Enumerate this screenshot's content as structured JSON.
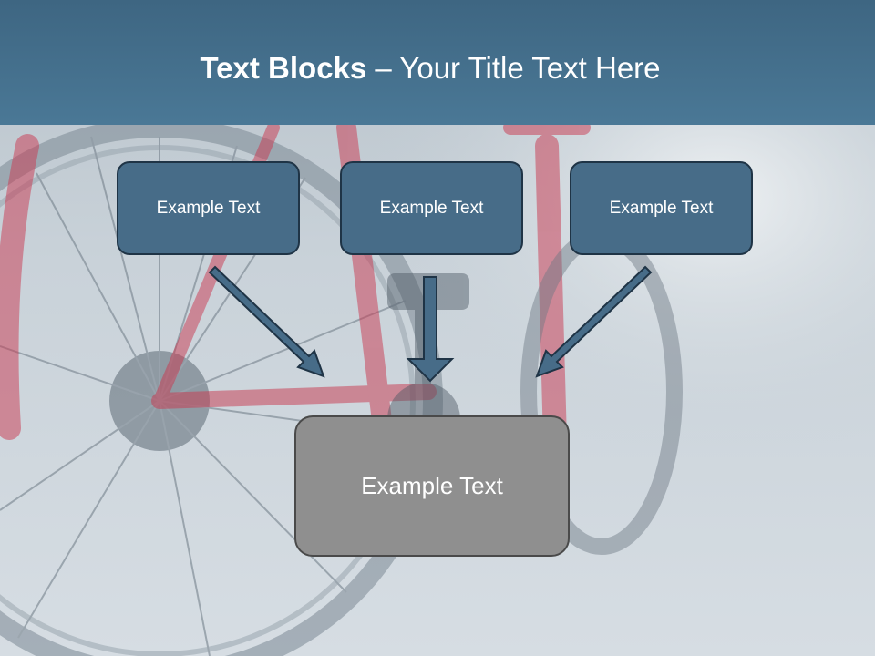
{
  "slide": {
    "title_bold": "Text Blocks",
    "title_dash": " – ",
    "title_rest": "Your Title Text Here"
  },
  "blocks": [
    {
      "label": "Example Text"
    },
    {
      "label": "Example Text"
    },
    {
      "label": "Example Text"
    }
  ],
  "main_block": {
    "label": "Example Text"
  },
  "colors": {
    "title_bar": "#44708e",
    "block_fill": "#476c88",
    "main_fill": "#8f8f8f",
    "arrow_fill": "#476c88"
  },
  "background": {
    "description_icon": "bicycle-photo"
  }
}
